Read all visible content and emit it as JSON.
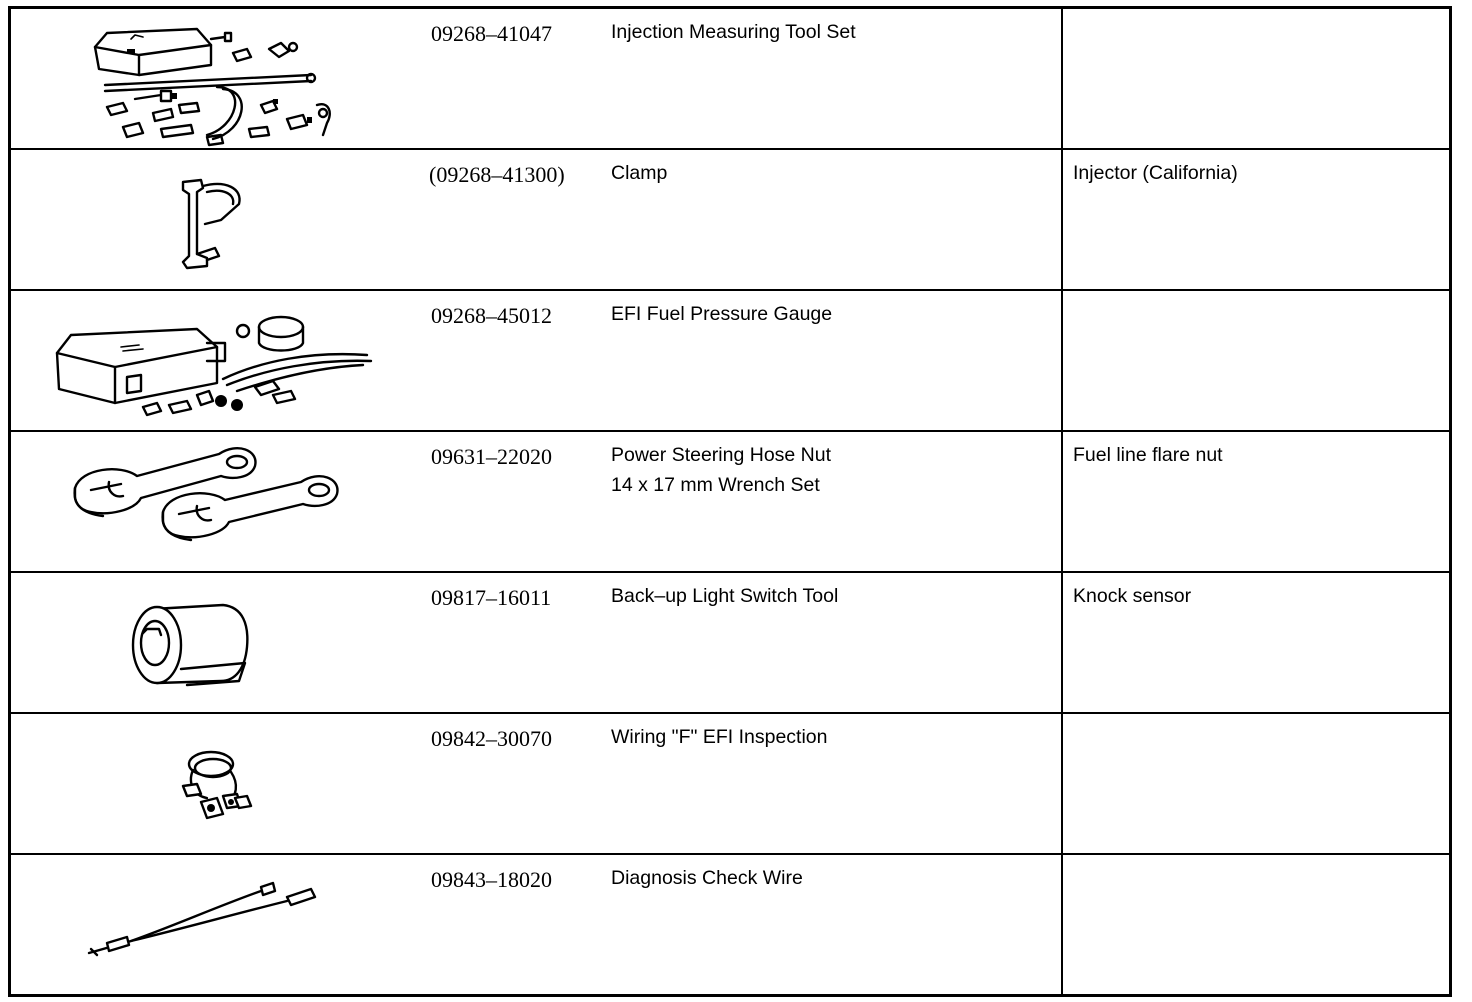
{
  "rows": [
    {
      "part_no": "09268–41047",
      "name": [
        "Injection Measuring Tool Set"
      ],
      "remark": "",
      "illustration": "injection-measuring-tool-set"
    },
    {
      "part_no": "(09268–41300)",
      "name": [
        "Clamp"
      ],
      "remark": "Injector (California)",
      "illustration": "clamp"
    },
    {
      "part_no": "09268–45012",
      "name": [
        "EFI Fuel Pressure Gauge"
      ],
      "remark": "",
      "illustration": "efi-fuel-pressure-gauge"
    },
    {
      "part_no": "09631–22020",
      "name": [
        "Power Steering Hose Nut",
        "14 x 17 mm Wrench Set"
      ],
      "remark": "Fuel line flare nut",
      "illustration": "flare-nut-wrench-set"
    },
    {
      "part_no": "09817–16011",
      "name": [
        "Back–up Light Switch Tool"
      ],
      "remark": "Knock sensor",
      "illustration": "switch-socket-tool"
    },
    {
      "part_no": "09842–30070",
      "name": [
        "Wiring \"F\" EFI Inspection"
      ],
      "remark": "",
      "illustration": "inspection-wiring"
    },
    {
      "part_no": "09843–18020",
      "name": [
        "Diagnosis Check Wire"
      ],
      "remark": "",
      "illustration": "check-wire"
    }
  ]
}
